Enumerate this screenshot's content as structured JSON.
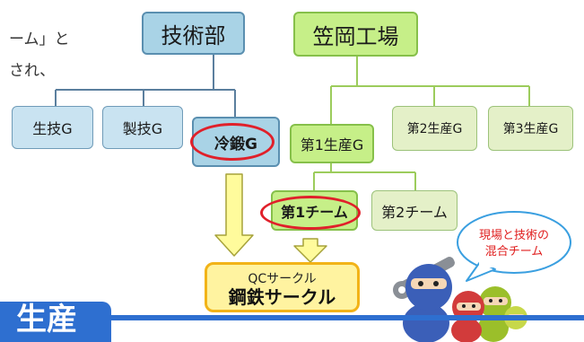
{
  "side_text": {
    "line1": "ーム」と",
    "line2": "され、"
  },
  "nodes": {
    "gijutsubu": "技術部",
    "kasaoka": "笠岡工場",
    "seigi": "生技G",
    "seigi2": "製技G",
    "reitan": "冷鍛G",
    "dai1seisan": "第1生産G",
    "dai2seisan": "第2生産G",
    "dai3seisan": "第3生産G",
    "dai1team": "第1チーム",
    "dai2team": "第2チーム"
  },
  "qc_box": {
    "line1": "QCサークル",
    "line2": "鋼鉄サークル"
  },
  "speech_bubble": {
    "line1": "現場と技術の",
    "line2": "混合チーム"
  },
  "bottom_heading": "生産",
  "colors": {
    "blue_fill": "#a9d3e6",
    "green_fill": "#c6ef88",
    "highlight_red": "#e0202a",
    "arrow_yellow": "#fffb9c",
    "qc_gold": "#f2b318"
  }
}
